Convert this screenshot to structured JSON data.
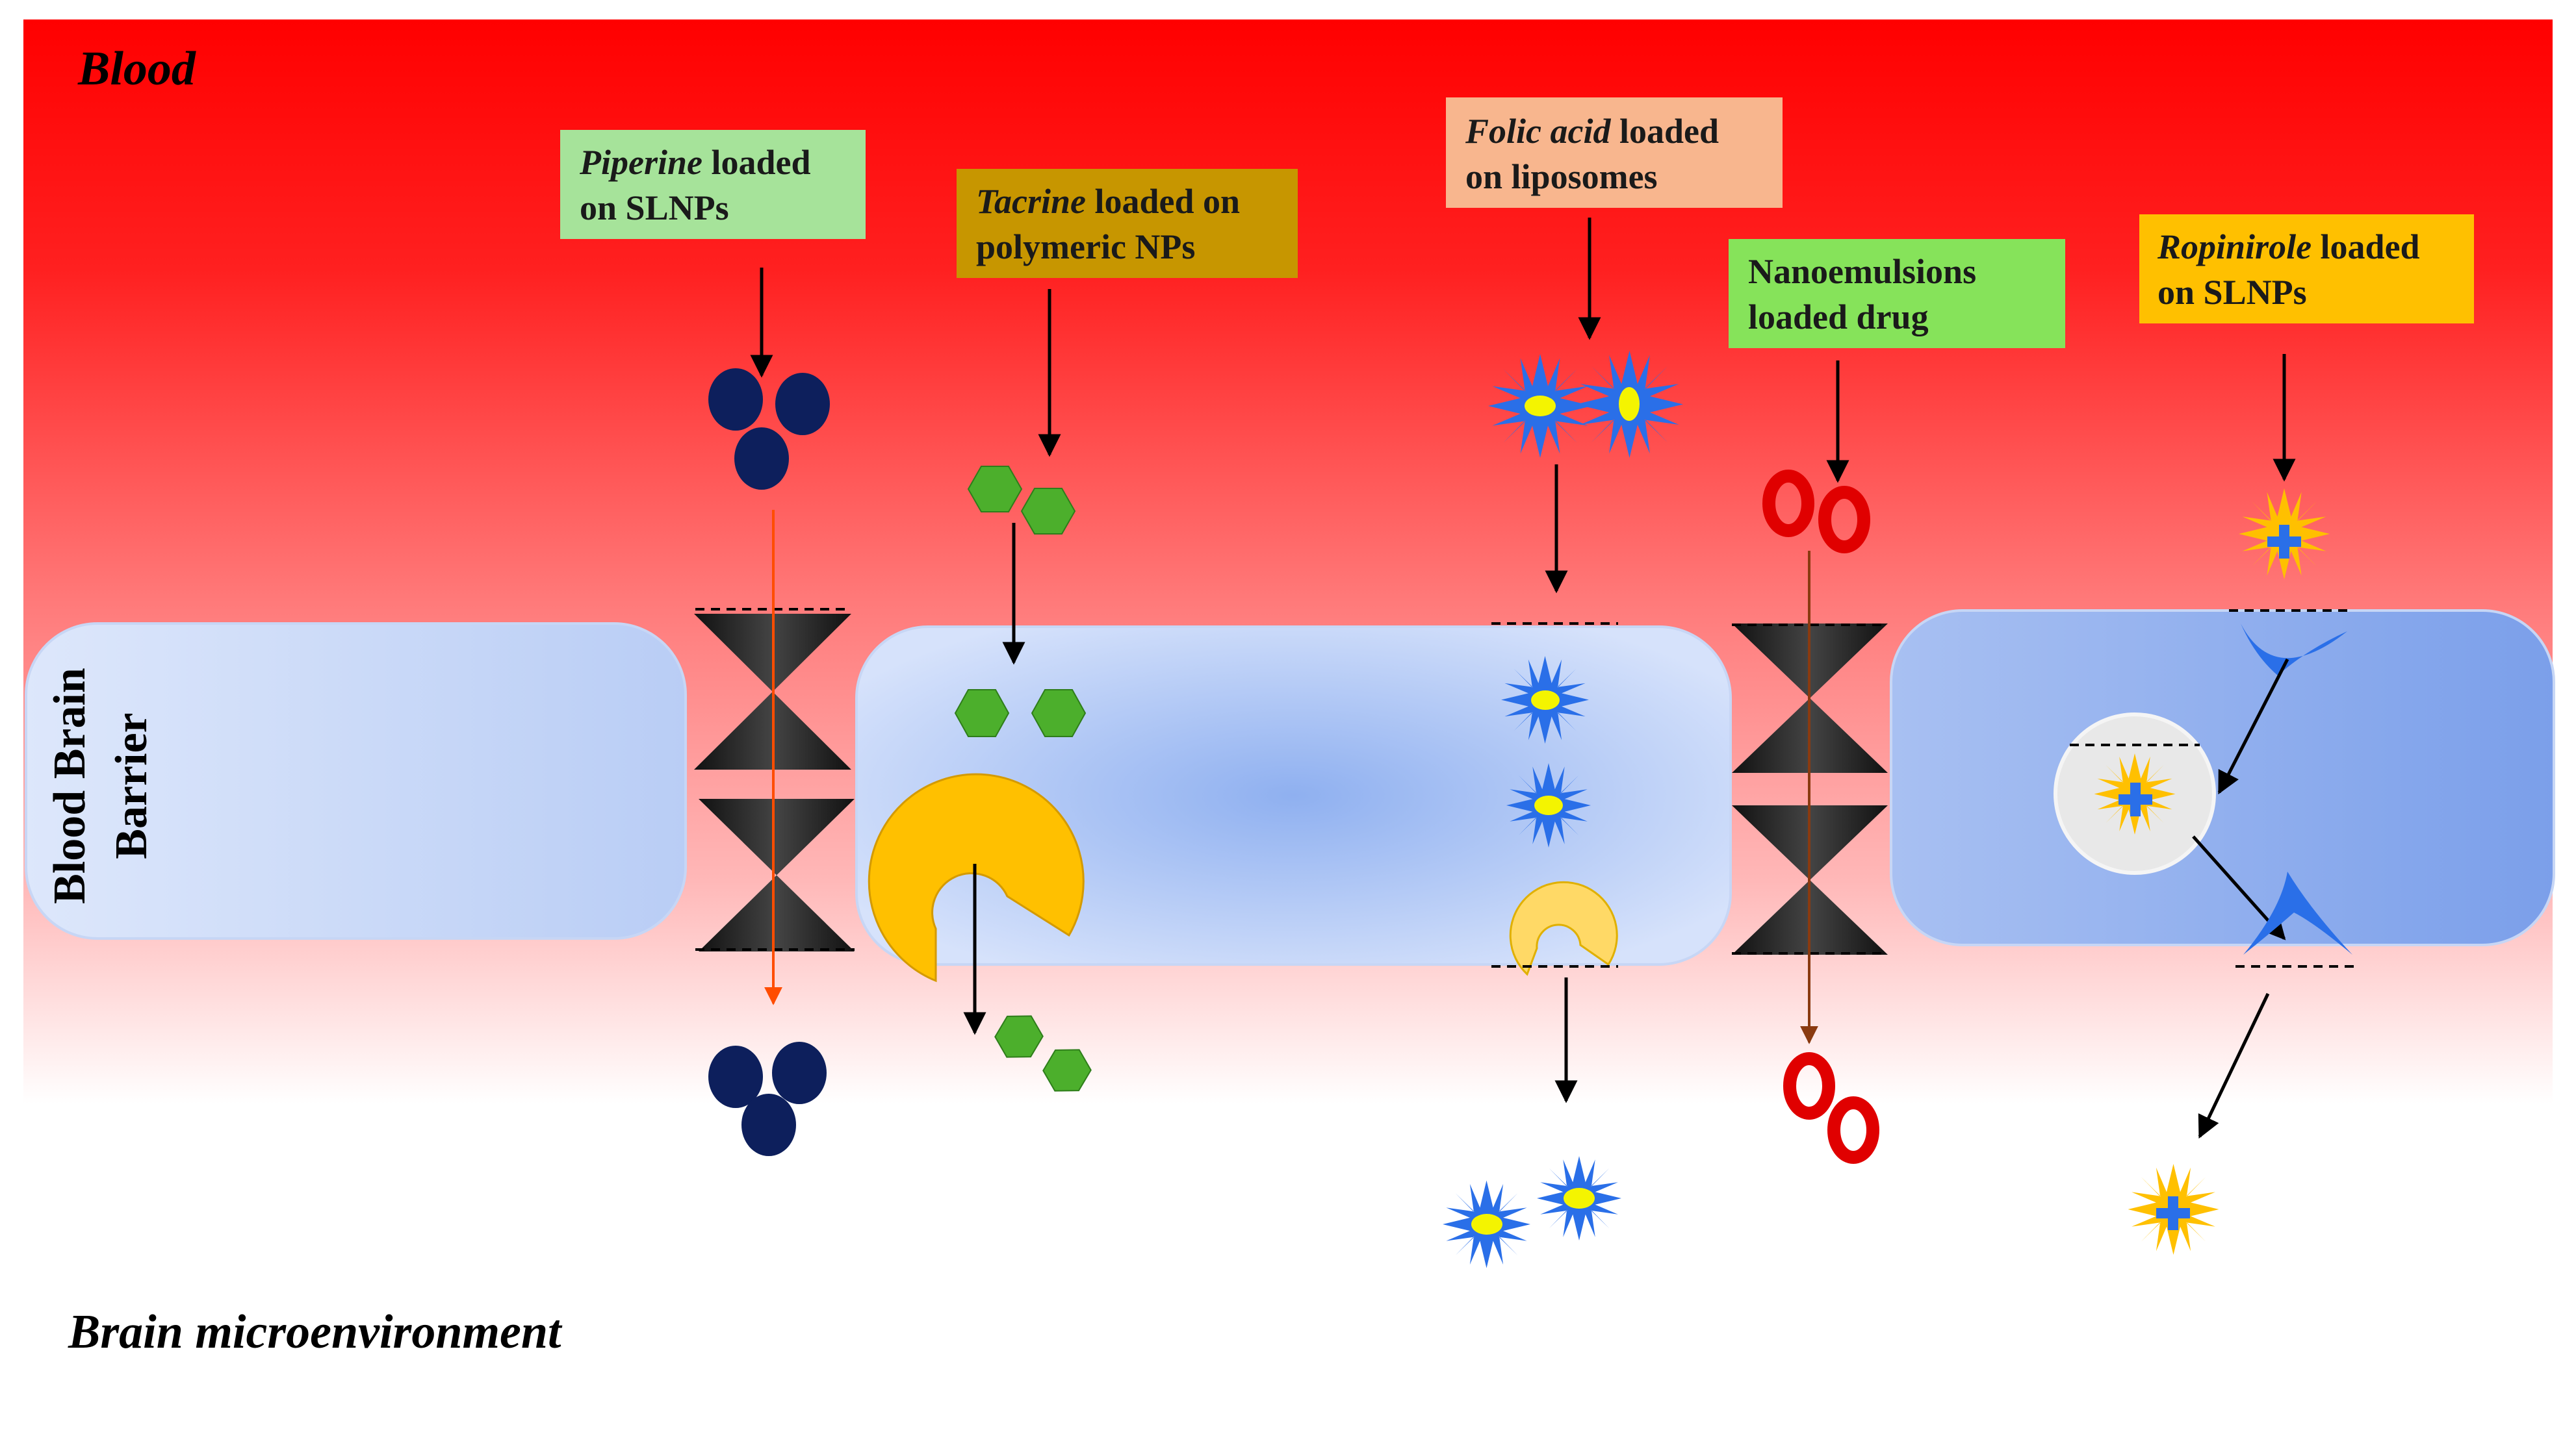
{
  "regions": {
    "blood": "Blood",
    "brain": "Brain microenvironment",
    "barrier_line1": "Blood Brain",
    "barrier_line2": "Barrier"
  },
  "colors": {
    "blood_top": "#ff0000",
    "blood_mid": "#ff7070",
    "brain_bottom": "#ffffff",
    "cell": "#a9c3f2",
    "piperine_box": "#a6e39a",
    "tacrine_box": "#c79600",
    "folic_box": "#f8b68e",
    "nano_box": "#86e35a",
    "ropinirole_box": "#ffc000",
    "piperine_particle": "#0d1f5c",
    "tacrine_particle": "#4caf2c",
    "liposome_star": "#2a6fe8",
    "nano_droplet": "#e00000",
    "ropinirole_star": "#ffc000",
    "receptor": "#ffc000",
    "transporter": "#2a6fe8"
  },
  "carriers": [
    {
      "id": "piperine",
      "drug": "Piperine",
      "line1_rest": " loaded",
      "line2": "on SLNPs"
    },
    {
      "id": "tacrine",
      "drug": "Tacrine",
      "line1_rest": " loaded on",
      "line2": "polymeric NPs"
    },
    {
      "id": "folic",
      "drug": "Folic acid",
      "line1_rest": " loaded",
      "line2": "on liposomes"
    },
    {
      "id": "nano",
      "drug": "",
      "line1_rest": "Nanoemulsions",
      "line2": "loaded drug"
    },
    {
      "id": "ropinirole",
      "drug": "Ropinirole",
      "line1_rest": " loaded",
      "line2": "on SLNPs"
    }
  ]
}
